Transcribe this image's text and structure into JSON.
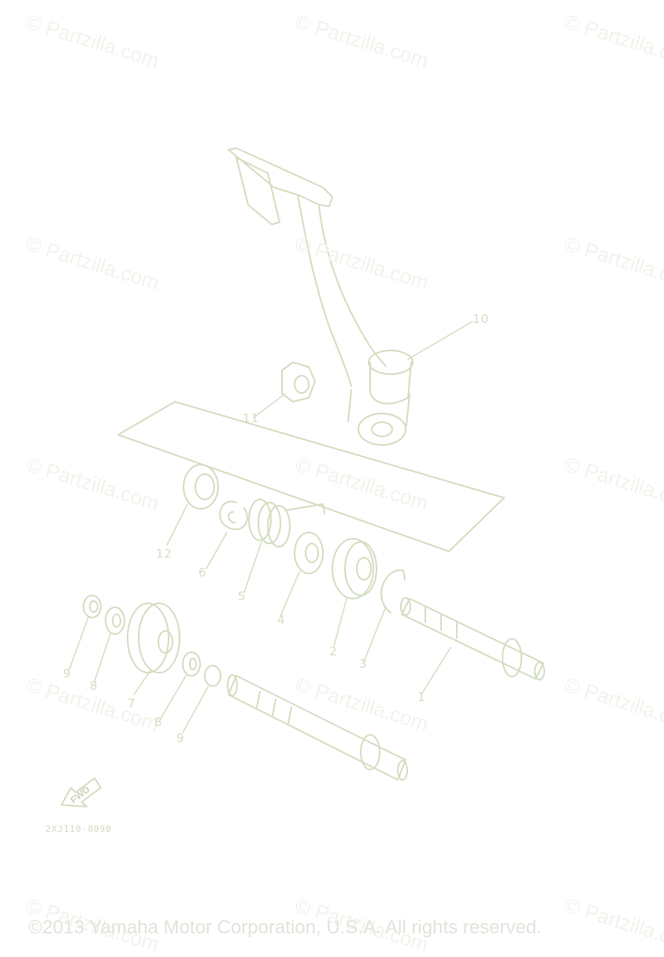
{
  "watermarks": {
    "text": "© Partzilla.com"
  },
  "callouts": {
    "c1": "1",
    "c2": "2",
    "c3": "3",
    "c4": "4",
    "c5": "5",
    "c6": "6",
    "c7": "7",
    "c8a": "8",
    "c8b": "8",
    "c9a": "9",
    "c9b": "9",
    "c10": "10",
    "c11": "11",
    "c12": "12"
  },
  "fwd_label": "FWD",
  "diagram_code": "2XJ110-8090",
  "copyright": "©2013 Yamaha Motor Corporation, U.S.A. All rights reserved.",
  "colors": {
    "line": "#d3ddc0",
    "watermark": "#f1f3ec",
    "copyright": "#e0e4db"
  }
}
